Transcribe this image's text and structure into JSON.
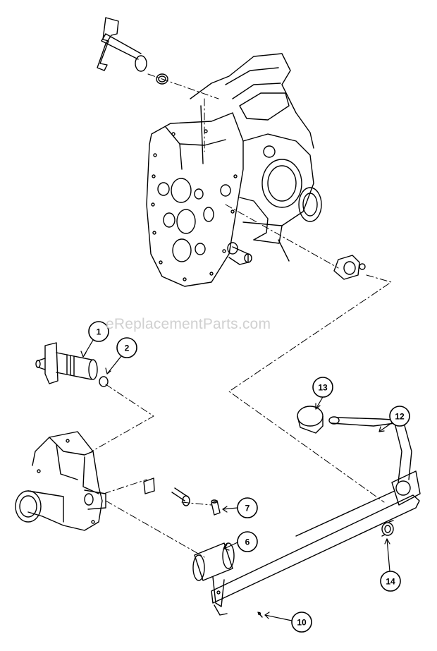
{
  "watermark": "eReplacementParts.com",
  "callouts": [
    {
      "id": "c1",
      "label": "1"
    },
    {
      "id": "c2",
      "label": "2"
    },
    {
      "id": "c6",
      "label": "6"
    },
    {
      "id": "c7",
      "label": "7"
    },
    {
      "id": "c10",
      "label": "10"
    },
    {
      "id": "c12",
      "label": "12"
    },
    {
      "id": "c13",
      "label": "13"
    },
    {
      "id": "c14",
      "label": "14"
    }
  ],
  "colors": {
    "line": "#000000",
    "background": "#ffffff",
    "watermark": "#d0d0d0"
  }
}
